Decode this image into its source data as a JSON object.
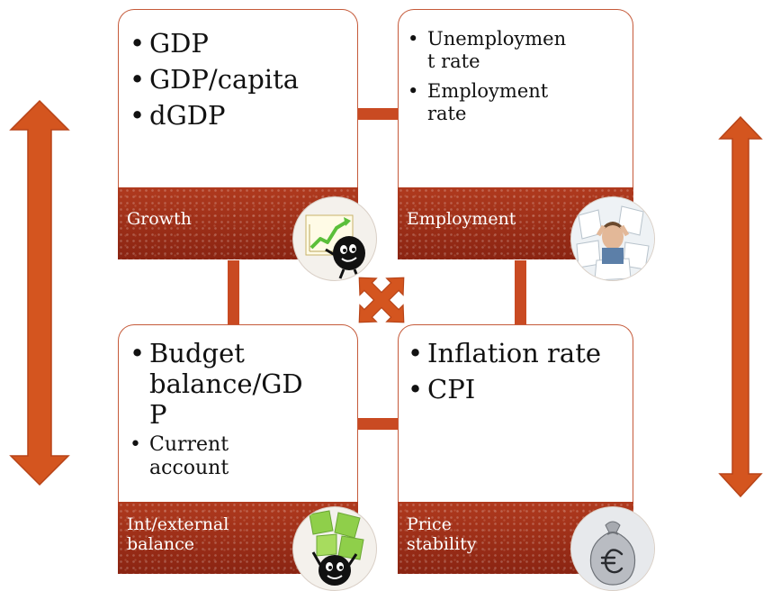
{
  "colors": {
    "accent": "#c94a22",
    "label_bg": "#9a2c16",
    "panel_border": "#c55a3a",
    "text": "#111111"
  },
  "quadrants": {
    "growth": {
      "items": [
        "GDP",
        "GDP/capita",
        "dGDP"
      ],
      "label": "Growth",
      "picture": "rising-chart-character-icon"
    },
    "employment": {
      "items": [
        "Unemploymen t rate",
        "Employment rate"
      ],
      "label": "Employment",
      "picture": "paperwork-person-icon"
    },
    "balance": {
      "items": [
        "Budget balance/GD P",
        "Current account"
      ],
      "label": "Int/external balance",
      "picture": "juggling-character-icon"
    },
    "price": {
      "items": [
        "Inflation rate",
        "CPI"
      ],
      "label": "Price stability",
      "picture": "euro-money-bag-icon"
    }
  },
  "decorations": {
    "left": "double-arrow-vertical-icon",
    "right": "double-arrow-vertical-icon",
    "center": "four-way-arrow-icon"
  }
}
